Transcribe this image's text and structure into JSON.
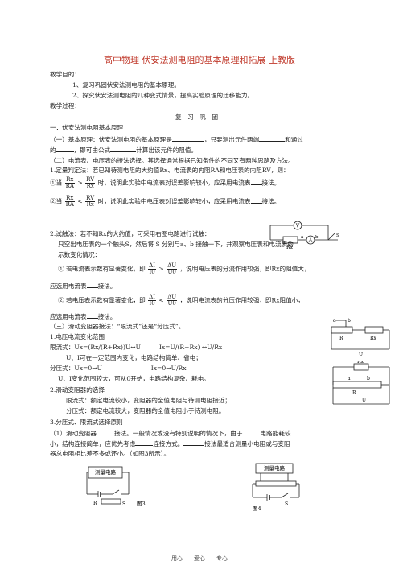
{
  "title": "高中物理 伏安法测电阻的基本原理和拓展 上教版",
  "goals_heading": "教学目的：",
  "goal1": "1、复习巩固伏安法测电阻的基本原理。",
  "goal2": "2、探究伏安法测电阻的几种变式情景，提高实验原理的迁移能力。",
  "process_heading": "教学过程：",
  "section_heading": "复　习　巩　固",
  "part1": "一．伏安法测电阻基本原理",
  "basic_a": "（一）基本原理：伏安法测电阻的基本原理是",
  "basic_b": "，只要测出元件两端",
  "basic_c": "和通过",
  "basic2_a": "的",
  "basic2_b": "，即可由公式",
  "basic2_c": "计算出该元件的阻值。",
  "part2": "（二）电流表、电压表的接法选择。其选择通常根据已知条件的不同又有两种思路及方法。",
  "method1": "1.定量判定法：若已知待测电阻的大约值Rx、电流表的内阻RA和电压表的内阻RV，则：",
  "c1_a": "①当",
  "c1_b": "时，说明此实验中电流表对误差影响较小，应采用电流表",
  "c1_c": "接法。",
  "c2_a": "②当",
  "c2_b": "时，说明此实验中电压表对误差影响较小，应采用电流表",
  "c2_c": "接法。",
  "frac_rx": "Rx",
  "frac_ra": "RA",
  "frac_rv": "RV",
  "method2": "2.试触法：若不知Rx的大约值，可采用右图电路进行试触：",
  "m2_line2": "只空出电压表的一个触头S，然后将 S 分别与a、b 接触一下，并观察电压表和电流表的",
  "m2_line3": "示数变化情况：",
  "t1_a": "① 若电流表示数有显著变化，即",
  "t1_b": "，说明电压表的分流作用较强，即Rx的阻值大，",
  "t1_c": "应选用电流表",
  "t1_d": "接法。",
  "t2_a": "② 若电压表示数有显著变化，即",
  "t2_b": "，说明电流表的分压作用较强，即Rx阻值小，",
  "t2_c": "应选用电流表",
  "t2_d": "接法。",
  "frac_dI": "ΔI",
  "frac_I0": "I0",
  "frac_dU": "ΔU",
  "frac_U0": "U0",
  "part3": "（三）滑动变阻器接法：“限流式”还是“分压式”。",
  "s1": "1.电压电流变化范围",
  "s1_a": "限流式：Ux=(Rx/(R+Rx))U↔U　　　Ix=U/(R+Rx) ↔U/Rx",
  "s1_b": "U、I可在一定范围内变化，电路结构简单、省电；",
  "s1_c": "分压式：Ux=0↔U　　　　　　　　Ix=0↔U/Rx",
  "s1_d": "U、I变化范围较大，可从0开始，电路结构复杂、耗电。",
  "s2": "2.滑动变阻器的选择",
  "s2_a": "限流式：额定电流较小，变阻器的全值电阻与待测电阻接近；",
  "s2_b": "分压式：额定电流较大，变阻器的全值电阻小于待测电阻。",
  "s3": "3.分压式、限流式选择原则",
  "s3_a": "（1）滑动变阻器",
  "s3_b": "接法。一般情况或没有特别说明的情况下，由于",
  "s3_c": "电路能耗较",
  "s3_d": "小，结构连接简单，应优先考虑",
  "s3_e": "连接方式。",
  "s3_f": "接法最适合测量小电阻或与变阻",
  "s3_g": "器总电阻相比差不多或还小。（如图3所示）。",
  "box3": "测量电路",
  "box4": "测量电路",
  "fig3": "图3",
  "fig4": "图4",
  "label_R": "R",
  "label_S": "S",
  "label_Rx": "Rx",
  "label_U": "U",
  "label_a": "a",
  "label_b": "b",
  "label_V": "V",
  "label_A": "A",
  "footer": "用心　　爱心　　专心"
}
